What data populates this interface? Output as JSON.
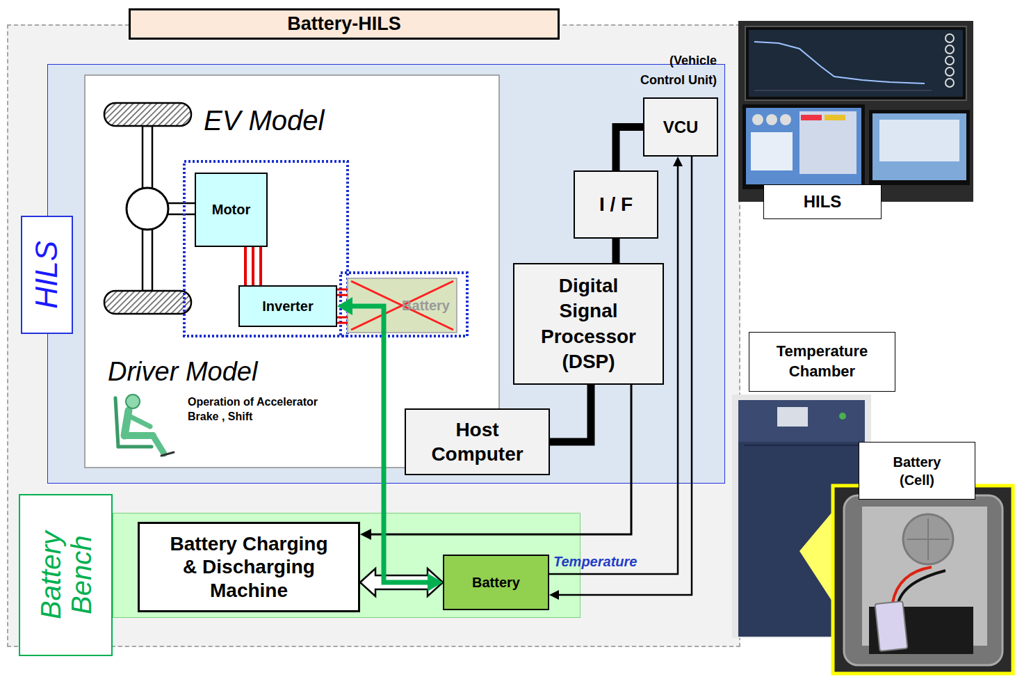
{
  "diagram": {
    "nodes": [
      {
        "text": [
          "Battery-HILS"
        ]
      },
      {
        "text": [
          "HILS"
        ],
        "in": 0
      },
      {
        "text": [
          "EV Model"
        ],
        "in": 1
      },
      {
        "text": [
          "Motor"
        ],
        "in": 2
      },
      {
        "text": [
          "Inverter"
        ],
        "in": 2
      },
      {
        "text": [
          "Battery"
        ],
        "in": 2
      },
      {
        "text": [
          "Driver Model",
          "Operation of Accelerator Brake , Shift"
        ],
        "in": 1
      },
      {
        "text": [
          "(Vehicle Control Unit)",
          "VCU"
        ],
        "in": 1
      },
      {
        "text": [
          "I / F"
        ],
        "in": 1
      },
      {
        "text": [
          "Digital Signal Processor (DSP)"
        ],
        "in": 1
      },
      {
        "text": [
          "Host Computer"
        ],
        "in": 1
      },
      {
        "text": [
          "HILS"
        ]
      },
      {
        "text": [
          "Battery Bench"
        ],
        "in": 0
      },
      {
        "text": [
          "Battery Charging & Discharging Machine"
        ],
        "in": 12
      },
      {
        "text": [
          "Battery"
        ],
        "in": 12
      },
      {
        "text": [
          "Temperature Chamber"
        ]
      },
      {
        "text": [
          "Battery (Cell)"
        ]
      }
    ],
    "edges": [
      {
        "from": 7,
        "to": 8,
        "arrow": "none"
      },
      {
        "from": 8,
        "to": 9,
        "arrow": "none"
      },
      {
        "from": 9,
        "to": 10,
        "arrow": "none"
      },
      {
        "from": 9,
        "to": 13,
        "arrow": "to"
      },
      {
        "from": 14,
        "to": 7,
        "arrow": "to",
        "label": "Temperature"
      },
      {
        "from": 7,
        "to": 14,
        "arrow": "to"
      },
      {
        "from": 13,
        "to": 14,
        "arrow": "both"
      },
      {
        "from": 14,
        "to": 4,
        "arrow": "both"
      },
      {
        "from": 3,
        "to": 4,
        "arrow": "none"
      },
      {
        "from": 4,
        "to": 5,
        "arrow": "none"
      }
    ]
  }
}
